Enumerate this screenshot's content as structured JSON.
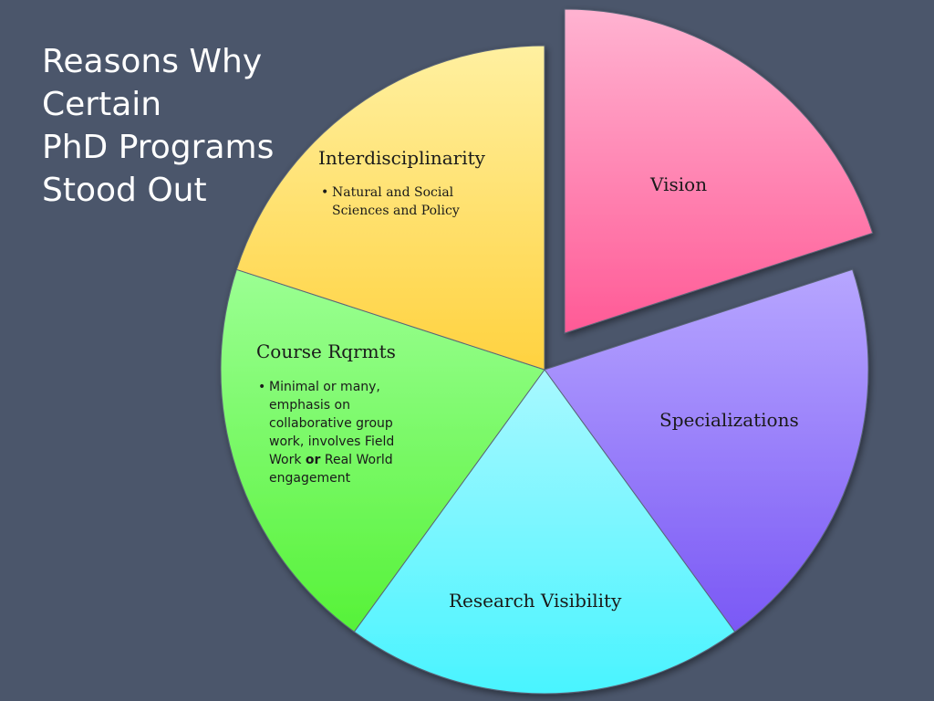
{
  "title_lines": [
    "Reasons Why",
    "Certain",
    "PhD Programs",
    "Stood Out"
  ],
  "segments": [
    {
      "id": "vision",
      "label": "Vision",
      "c1": "#ffb3d1",
      "c2": "#ff5a96",
      "exploded": true
    },
    {
      "id": "specializations",
      "label": "Specializations",
      "c1": "#b7a6ff",
      "c2": "#7a58f5",
      "exploded": false
    },
    {
      "id": "research",
      "label": "Research Visibility",
      "c1": "#a8f8ff",
      "c2": "#49f4ff",
      "exploded": false
    },
    {
      "id": "course",
      "label": "Course Rqrmts",
      "c1": "#9bff93",
      "c2": "#56f238",
      "exploded": false
    },
    {
      "id": "interdisc",
      "label": "Interdisciplinarity",
      "c1": "#fff0a0",
      "c2": "#ffd23f",
      "exploded": false
    }
  ],
  "interdisc_bullet": [
    "Natural and Social",
    "Sciences and Policy"
  ],
  "course_bullet": [
    "Minimal or many,",
    "emphasis on",
    "collaborative group",
    "work, involves Field"
  ],
  "course_bullet_line5": {
    "pre": "Work ",
    "bold": "or",
    "post": " Real World"
  },
  "course_bullet_line6": "engagement",
  "bullet_symbol": "•"
}
